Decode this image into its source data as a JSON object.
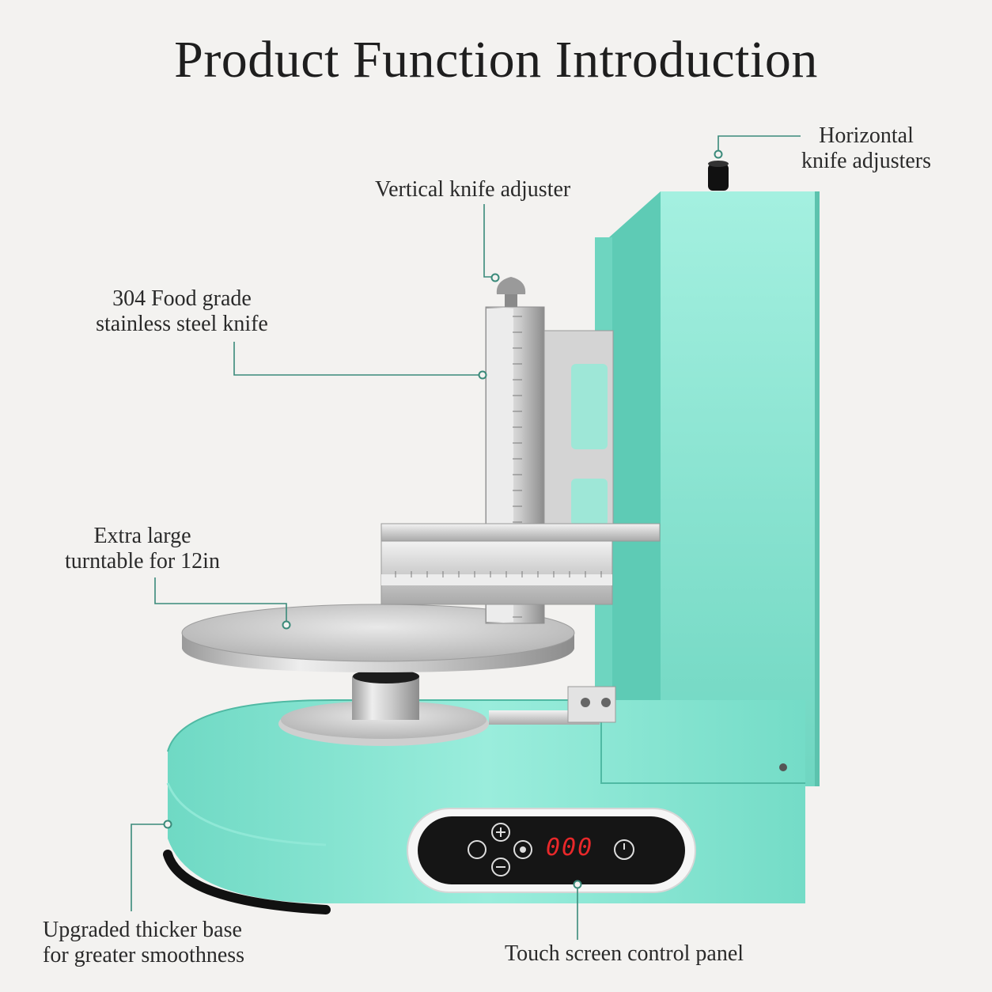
{
  "title": "Product Function Introduction",
  "callouts": {
    "horizontal_adjusters": [
      "Horizontal",
      "knife adjusters"
    ],
    "vertical_adjuster": "Vertical knife adjuster",
    "steel_knife": [
      "304 Food grade",
      "stainless steel knife"
    ],
    "turntable": [
      "Extra large",
      "turntable for 12in"
    ],
    "base": [
      "Upgraded thicker base",
      "for greater smoothness"
    ],
    "control_panel": "Touch screen control panel"
  },
  "panel": {
    "display": "000",
    "plus_icon": "plus-icon",
    "minus_icon": "minus-icon",
    "rotate_icon": "rotate-icon",
    "center_icon": "dot-icon",
    "power_icon": "power-icon"
  },
  "colors": {
    "body": "#7fe3cf",
    "accent_line": "#3a8a7a",
    "steel": "#c8c8c8",
    "panel": "#151515",
    "lcd": "#e8282a"
  }
}
